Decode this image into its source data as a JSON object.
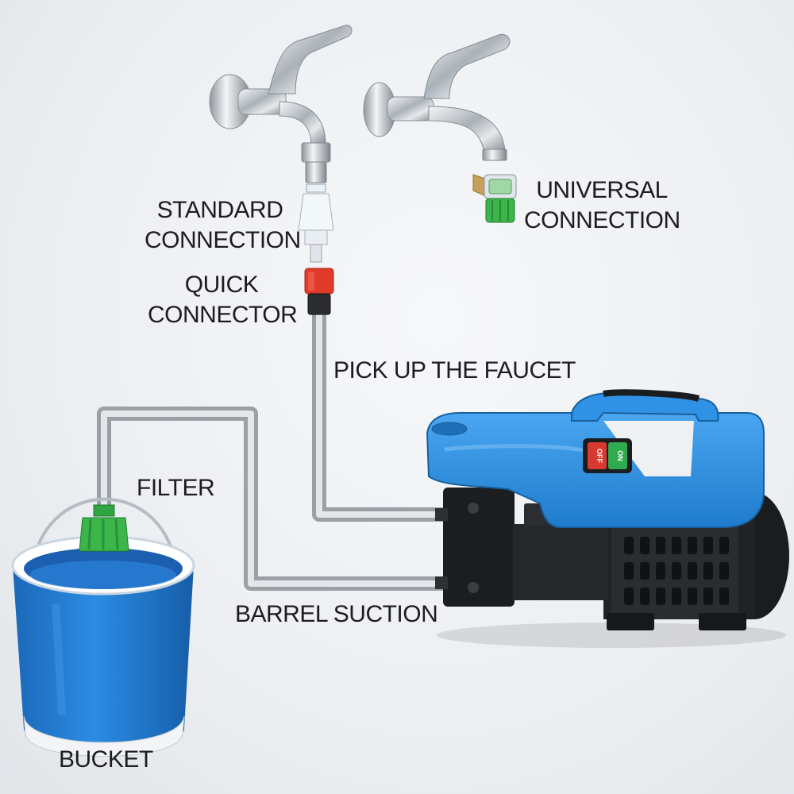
{
  "labels": {
    "standard_connection": [
      "STANDARD",
      "CONNECTION"
    ],
    "quick_connector": [
      "QUICK",
      "CONNECTOR"
    ],
    "universal_connection": [
      "UNIVERSAL",
      "CONNECTION"
    ],
    "pick_up_faucet": "PICK UP THE FAUCET",
    "filter": "FILTER",
    "barrel_suction": "BARREL SUCTION",
    "bucket": "BUCKET"
  },
  "switch": {
    "off": "OFF",
    "on": "ON"
  },
  "icons": [
    "faucet-left-icon",
    "faucet-right-icon",
    "quick-connector-icon",
    "universal-connector-icon",
    "filter-cap-icon",
    "bucket-icon",
    "pressure-washer-icon"
  ],
  "colors": {
    "washer_blue": "#2f92e4",
    "bucket_blue": "#1f7fd6",
    "connector_red": "#e03a2a",
    "connector_green": "#3cb54a",
    "pipe_gray": "#b9bec4",
    "chrome": "#c9ced4"
  }
}
